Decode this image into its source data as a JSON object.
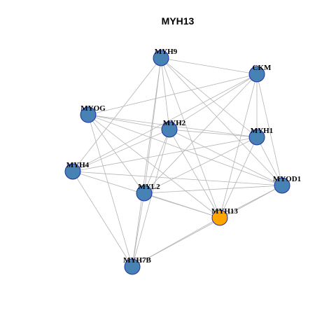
{
  "title": "MYH13",
  "colors": {
    "node_fill": "#4682B4",
    "node_stroke": "#1f2fa8",
    "highlight_fill": "#FFA500",
    "edge": "#b4b4b4"
  },
  "nodes": [
    {
      "id": "MYH9",
      "label": "MYH9",
      "highlight": false
    },
    {
      "id": "CKM",
      "label": "CKM",
      "highlight": false
    },
    {
      "id": "MYOG",
      "label": "MYOG",
      "highlight": false
    },
    {
      "id": "MYH2",
      "label": "MYH2",
      "highlight": false
    },
    {
      "id": "MYH1",
      "label": "MYH1",
      "highlight": false
    },
    {
      "id": "MYH4",
      "label": "MYH4",
      "highlight": false
    },
    {
      "id": "MYOD1",
      "label": "MYOD1",
      "highlight": false
    },
    {
      "id": "MYL2",
      "label": "MYL2",
      "highlight": false
    },
    {
      "id": "MYH13",
      "label": "MYH13",
      "highlight": true
    },
    {
      "id": "MYH7B",
      "label": "MYH7B",
      "highlight": false
    }
  ],
  "edges": [
    [
      "MYH9",
      "CKM"
    ],
    [
      "MYH9",
      "MYH2"
    ],
    [
      "MYH9",
      "MYH1"
    ],
    [
      "MYH9",
      "MYH4"
    ],
    [
      "MYH9",
      "MYOD1"
    ],
    [
      "MYH9",
      "MYL2"
    ],
    [
      "MYH9",
      "MYH13"
    ],
    [
      "MYH9",
      "MYH7B"
    ],
    [
      "CKM",
      "MYOG"
    ],
    [
      "CKM",
      "MYH2"
    ],
    [
      "CKM",
      "MYH1"
    ],
    [
      "CKM",
      "MYH4"
    ],
    [
      "CKM",
      "MYOD1"
    ],
    [
      "CKM",
      "MYL2"
    ],
    [
      "CKM",
      "MYH13"
    ],
    [
      "MYOG",
      "MYH2"
    ],
    [
      "MYOG",
      "MYH1"
    ],
    [
      "MYOG",
      "MYOD1"
    ],
    [
      "MYOG",
      "MYL2"
    ],
    [
      "MYOG",
      "MYH13"
    ],
    [
      "MYOG",
      "MYH7B"
    ],
    [
      "MYH2",
      "MYH1"
    ],
    [
      "MYH2",
      "MYH4"
    ],
    [
      "MYH2",
      "MYOD1"
    ],
    [
      "MYH2",
      "MYL2"
    ],
    [
      "MYH2",
      "MYH13"
    ],
    [
      "MYH2",
      "MYH7B"
    ],
    [
      "MYH1",
      "MYH4"
    ],
    [
      "MYH1",
      "MYOD1"
    ],
    [
      "MYH1",
      "MYL2"
    ],
    [
      "MYH1",
      "MYH13"
    ],
    [
      "MYH4",
      "MYOD1"
    ],
    [
      "MYH4",
      "MYH13"
    ],
    [
      "MYH4",
      "MYH7B"
    ],
    [
      "MYOD1",
      "MYL2"
    ],
    [
      "MYOD1",
      "MYH13"
    ],
    [
      "MYOD1",
      "MYH7B"
    ],
    [
      "MYL2",
      "MYH13"
    ],
    [
      "MYL2",
      "MYH7B"
    ],
    [
      "MYH13",
      "MYH7B"
    ]
  ]
}
